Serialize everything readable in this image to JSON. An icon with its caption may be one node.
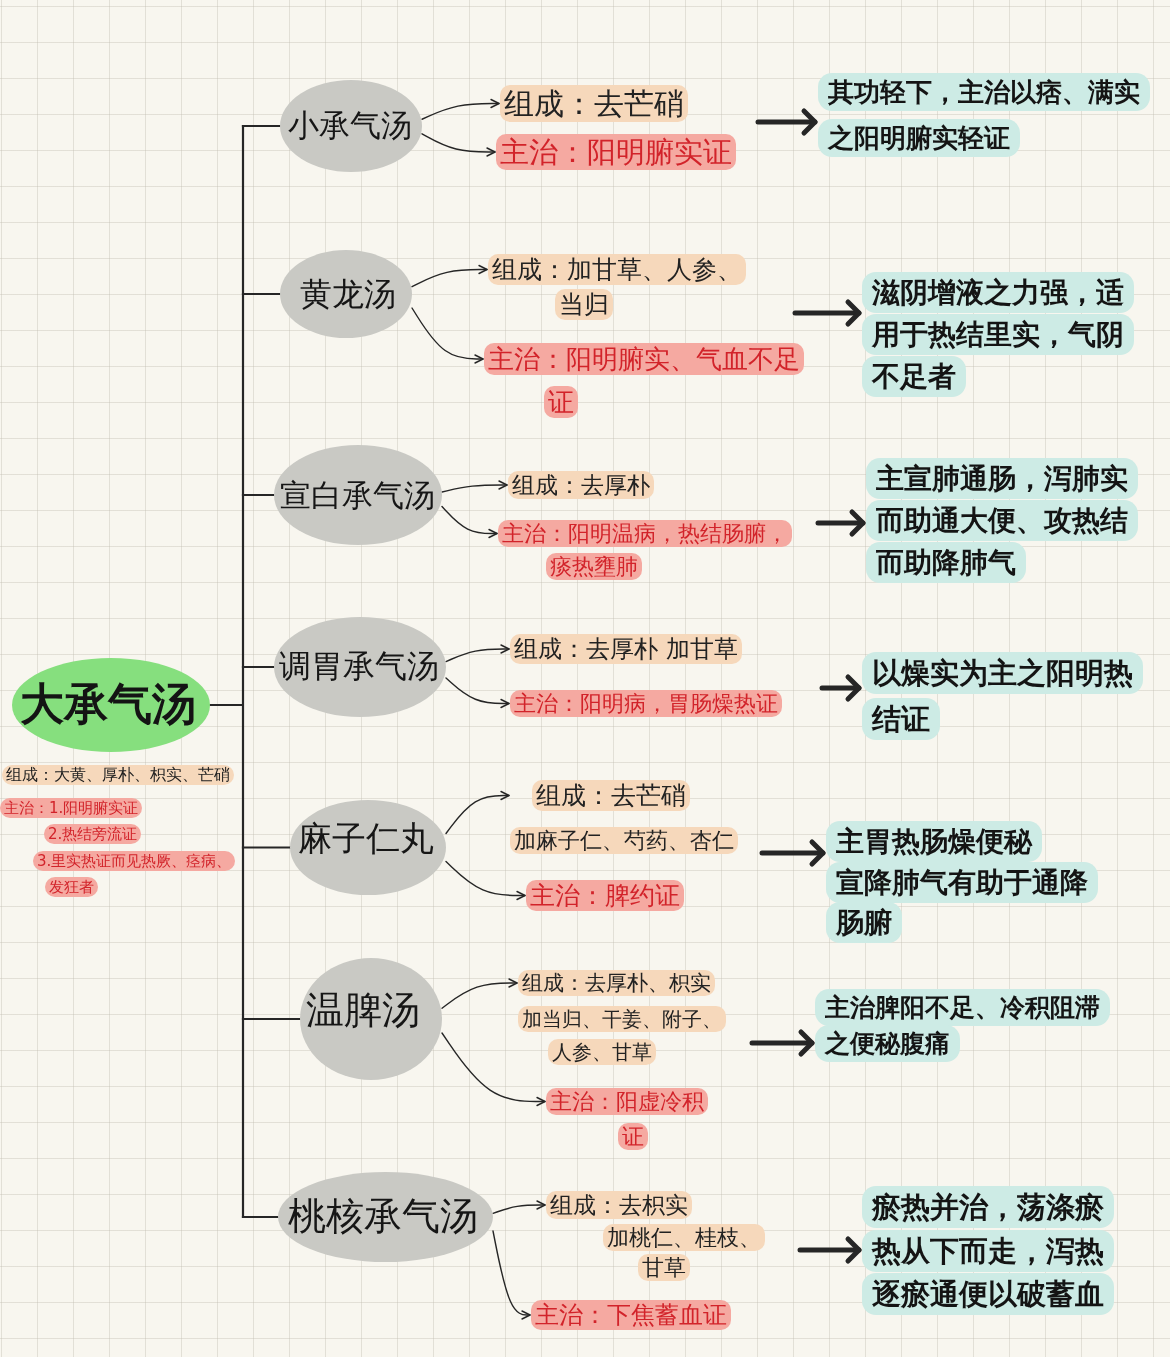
{
  "diagram": {
    "nodes": [
      {
        "text": [
          "大承气汤"
        ]
      },
      {
        "text": [
          "组成：大黄、厚朴、枳实、芒硝"
        ]
      },
      {
        "text": [
          "主治：1.阳明腑实证",
          "2.热结旁流证",
          "3.里实热证而见热厥、痉病、发狂者"
        ]
      },
      {
        "text": [
          "小承气汤"
        ]
      },
      {
        "text": [
          "组成：去芒硝"
        ]
      },
      {
        "text": [
          "主治：阳明腑实证"
        ]
      },
      {
        "text": [
          "其功轻下，主治以痞、满实之阳明腑实轻证"
        ]
      },
      {
        "text": [
          "黄龙汤"
        ]
      },
      {
        "text": [
          "组成：加甘草、人参、当归"
        ]
      },
      {
        "text": [
          "主治：阳明腑实、气血不足证"
        ]
      },
      {
        "text": [
          "滋阴增液之力强，适用于热结里实，气阴不足者"
        ]
      },
      {
        "text": [
          "宣白承气汤"
        ]
      },
      {
        "text": [
          "组成：去厚朴"
        ]
      },
      {
        "text": [
          "主治：阳明温病，热结肠腑，痰热壅肺"
        ]
      },
      {
        "text": [
          "主宣肺通肠，泻肺实而助通大便、攻热结而助降肺气"
        ]
      },
      {
        "text": [
          "调胃承气汤"
        ]
      },
      {
        "text": [
          "组成：去厚朴 加甘草"
        ]
      },
      {
        "text": [
          "主治：阳明病，胃肠燥热证"
        ]
      },
      {
        "text": [
          "以燥实为主之阳明热结证"
        ]
      },
      {
        "text": [
          "麻子仁丸"
        ]
      },
      {
        "text": [
          "组成：去芒硝",
          "加麻子仁、芍药、杏仁"
        ]
      },
      {
        "text": [
          "主治：脾约证"
        ]
      },
      {
        "text": [
          "主胃热肠燥便秘",
          "宣降肺气有助于通降肠腑"
        ]
      },
      {
        "text": [
          "温脾汤"
        ]
      },
      {
        "text": [
          "组成：去厚朴、枳实",
          "加当归、干姜、附子、人参、甘草"
        ]
      },
      {
        "text": [
          "主治：阳虚冷积证"
        ]
      },
      {
        "text": [
          "主治脾阳不足、冷积阻滞之便秘腹痛"
        ]
      },
      {
        "text": [
          "桃核承气汤"
        ]
      },
      {
        "text": [
          "组成：去枳实",
          "加桃仁、桂枝、甘草"
        ]
      },
      {
        "text": [
          "主治：下焦蓄血证"
        ]
      },
      {
        "text": [
          "瘀热并治，荡涤瘀热从下而走，泻热逐瘀通便以破蓄血"
        ]
      }
    ],
    "edges": [
      {
        "from": 0,
        "to": 3,
        "arrow": "none"
      },
      {
        "from": 3,
        "to": 4,
        "arrow": "to"
      },
      {
        "from": 3,
        "to": 5,
        "arrow": "to"
      },
      {
        "from": null,
        "to": 6,
        "arrow": "to",
        "style": "thick"
      },
      {
        "from": 0,
        "to": 7,
        "arrow": "none"
      },
      {
        "from": 7,
        "to": 8,
        "arrow": "to"
      },
      {
        "from": 7,
        "to": 9,
        "arrow": "to"
      },
      {
        "from": null,
        "to": 10,
        "arrow": "to",
        "style": "thick"
      },
      {
        "from": 0,
        "to": 11,
        "arrow": "none"
      },
      {
        "from": 11,
        "to": 12,
        "arrow": "to"
      },
      {
        "from": 11,
        "to": 13,
        "arrow": "to"
      },
      {
        "from": null,
        "to": 14,
        "arrow": "to",
        "style": "thick"
      },
      {
        "from": 0,
        "to": 15,
        "arrow": "none"
      },
      {
        "from": 15,
        "to": 16,
        "arrow": "to"
      },
      {
        "from": 15,
        "to": 17,
        "arrow": "to"
      },
      {
        "from": null,
        "to": 18,
        "arrow": "to",
        "style": "thick"
      },
      {
        "from": 0,
        "to": 19,
        "arrow": "none"
      },
      {
        "from": 19,
        "to": 20,
        "arrow": "to"
      },
      {
        "from": 19,
        "to": 21,
        "arrow": "to"
      },
      {
        "from": null,
        "to": 22,
        "arrow": "to",
        "style": "thick"
      },
      {
        "from": 0,
        "to": 23,
        "arrow": "none"
      },
      {
        "from": 23,
        "to": 24,
        "arrow": "to"
      },
      {
        "from": 23,
        "to": 25,
        "arrow": "to"
      },
      {
        "from": null,
        "to": 26,
        "arrow": "to",
        "style": "thick"
      },
      {
        "from": 0,
        "to": 27,
        "arrow": "none"
      },
      {
        "from": 27,
        "to": 28,
        "arrow": "to"
      },
      {
        "from": 27,
        "to": 29,
        "arrow": "to"
      },
      {
        "from": null,
        "to": 30,
        "arrow": "to",
        "style": "thick"
      }
    ]
  }
}
